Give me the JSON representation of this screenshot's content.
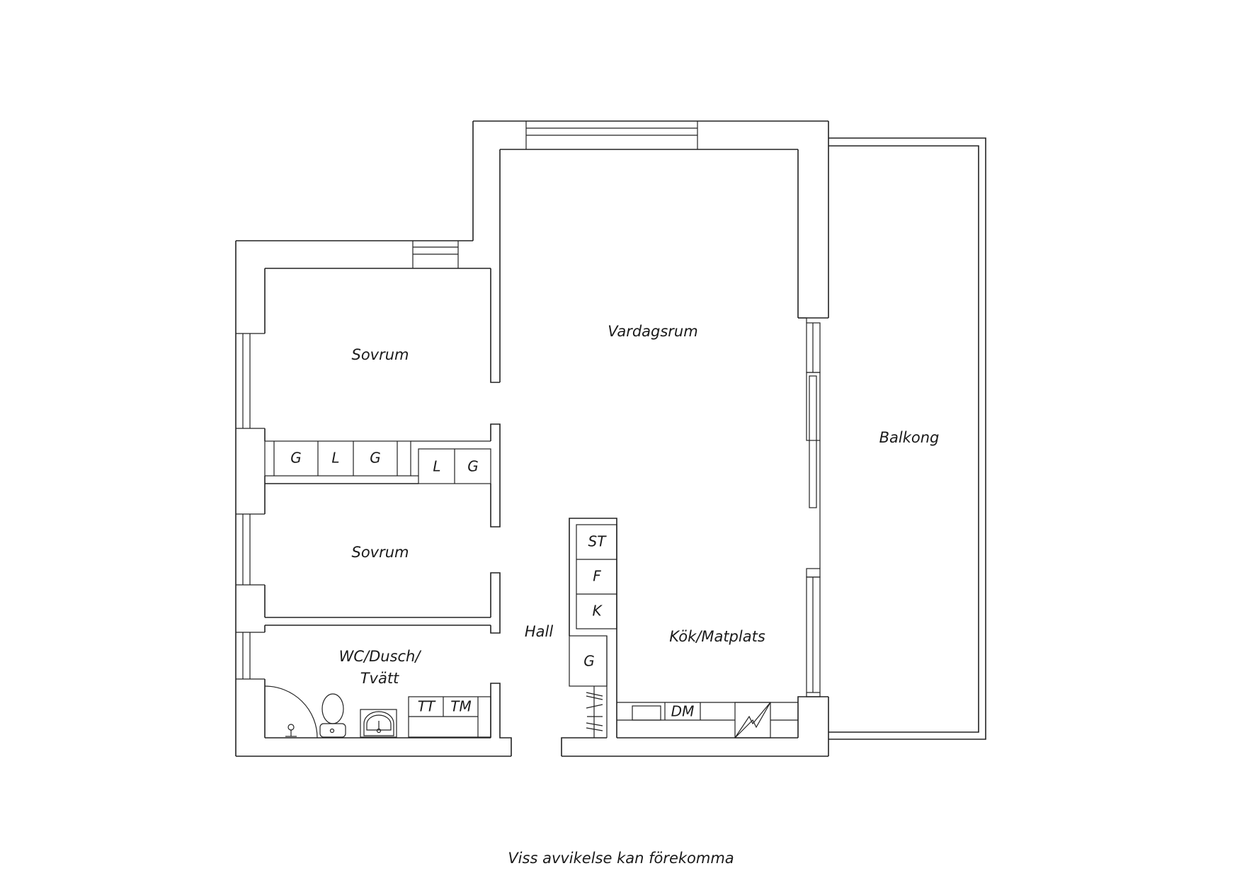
{
  "floorplan": {
    "rooms": {
      "living_room": "Vardagsrum",
      "bedroom_upper": "Sovrum",
      "bedroom_lower": "Sovrum",
      "balcony": "Balkong",
      "hall": "Hall",
      "kitchen": "Kök/Matplats",
      "bathroom_line1": "WC/Dusch/",
      "bathroom_line2": "Tvätt"
    },
    "fixtures": {
      "wardrobe_row1": [
        "G",
        "L",
        "G"
      ],
      "wardrobe_row2": [
        "L",
        "G"
      ],
      "hall_column": [
        "ST",
        "F",
        "K"
      ],
      "hall_wardrobe": "G",
      "laundry": [
        "TT",
        "TM"
      ],
      "dishwasher": "DM"
    },
    "icons": [
      "window-icon",
      "door-swing-icon",
      "toilet-icon",
      "sink-icon",
      "shower-icon",
      "stove-icon",
      "coat-rack-icon"
    ]
  },
  "footer": {
    "disclaimer": "Viss avvikelse kan förekomma"
  }
}
